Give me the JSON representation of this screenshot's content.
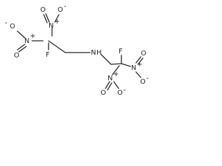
{
  "molecule": {
    "colors": {
      "bond": "#222222",
      "nitrogen": "#0000ff",
      "oxygen": "#ff0000",
      "fluorine": "#222222"
    },
    "atoms": {
      "o_top_left": "O",
      "o_top_right": "O",
      "n_top": "N",
      "plus_top": "+",
      "minus_top": "-",
      "o_left": "O",
      "n_left": "N",
      "plus_left": "+",
      "minus_left": "-",
      "f_top": "F",
      "o_left_down": "O",
      "nh_n": "N",
      "nh_h": "H",
      "f_right": "F",
      "n_right": "N",
      "plus_right": "+",
      "o_right_top": "O",
      "minus_right": "-",
      "o_right_down": "O",
      "n_bottom": "N",
      "plus_bottom": "+",
      "o_bottom_left": "O",
      "o_bottom_right": "O",
      "minus_bottom": "-"
    }
  }
}
